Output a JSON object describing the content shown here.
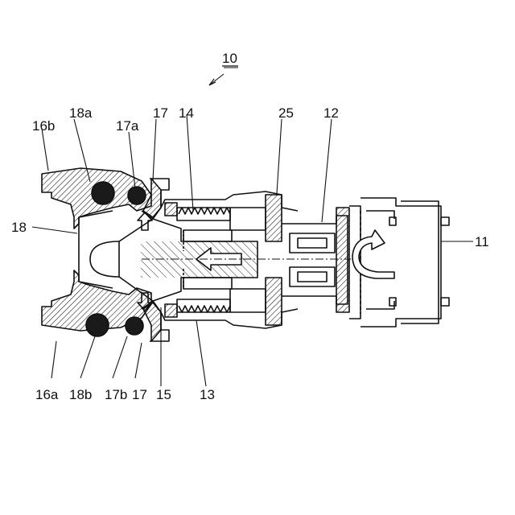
{
  "figure": {
    "ref_label": "10",
    "labels": {
      "l16b": "16b",
      "l18a": "18a",
      "l17a": "17a",
      "l17_top": "17",
      "l14": "14",
      "l25": "25",
      "l12": "12",
      "l18": "18",
      "l11": "11",
      "l16a": "16a",
      "l18b": "18b",
      "l17b": "17b",
      "l17_bot": "17",
      "l15": "15",
      "l13": "13"
    }
  },
  "colors": {
    "ink": "#111111",
    "background": "#ffffff"
  }
}
